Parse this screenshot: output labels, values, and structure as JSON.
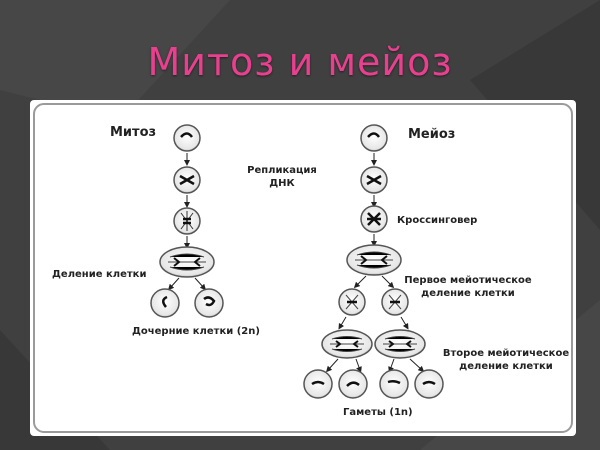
{
  "slide": {
    "title": "Митоз и мейоз",
    "title_color": "#e8408f"
  },
  "diagram": {
    "mitosis_heading": "Митоз",
    "meiosis_heading": "Мейоз",
    "dna_replication_line1": "Репликация",
    "dna_replication_line2": "ДНК",
    "crossing_over": "Кроссинговер",
    "first_meiotic_line1": "Первое мейотическое",
    "first_meiotic_line2": "деление клетки",
    "cell_division": "Деление клетки",
    "daughter_cells": "Дочерние клетки (2n)",
    "second_meiotic_line1": "Второе мейотическое",
    "second_meiotic_line2": "деление клетки",
    "gametes": "Гаметы (1n)"
  }
}
